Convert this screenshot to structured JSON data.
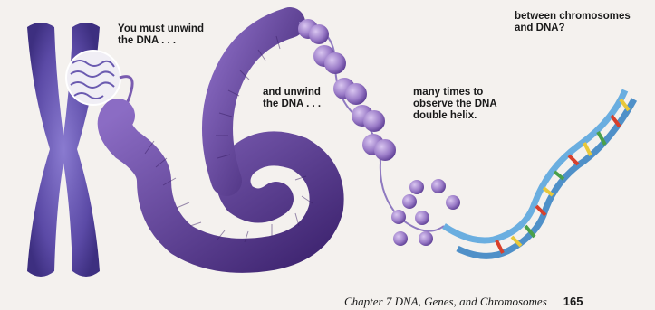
{
  "captions": {
    "top_right": "between chromosomes and DNA?",
    "step1": "You must unwind the DNA . . .",
    "step2": "and unwind the DNA . . .",
    "step3": "many times to observe the DNA double helix."
  },
  "footer": {
    "chapter": "Chapter 7  DNA, Genes, and Chromosomes",
    "page_number": "165"
  },
  "colors": {
    "chromosome": "#5b4aa6",
    "coil": "#5a3a8c",
    "nucleosome": "#9b7cc8",
    "helix_backbone": "#6aaee0",
    "base_red": "#d8402c",
    "base_yellow": "#e8c83a",
    "base_green": "#4aa04a"
  }
}
